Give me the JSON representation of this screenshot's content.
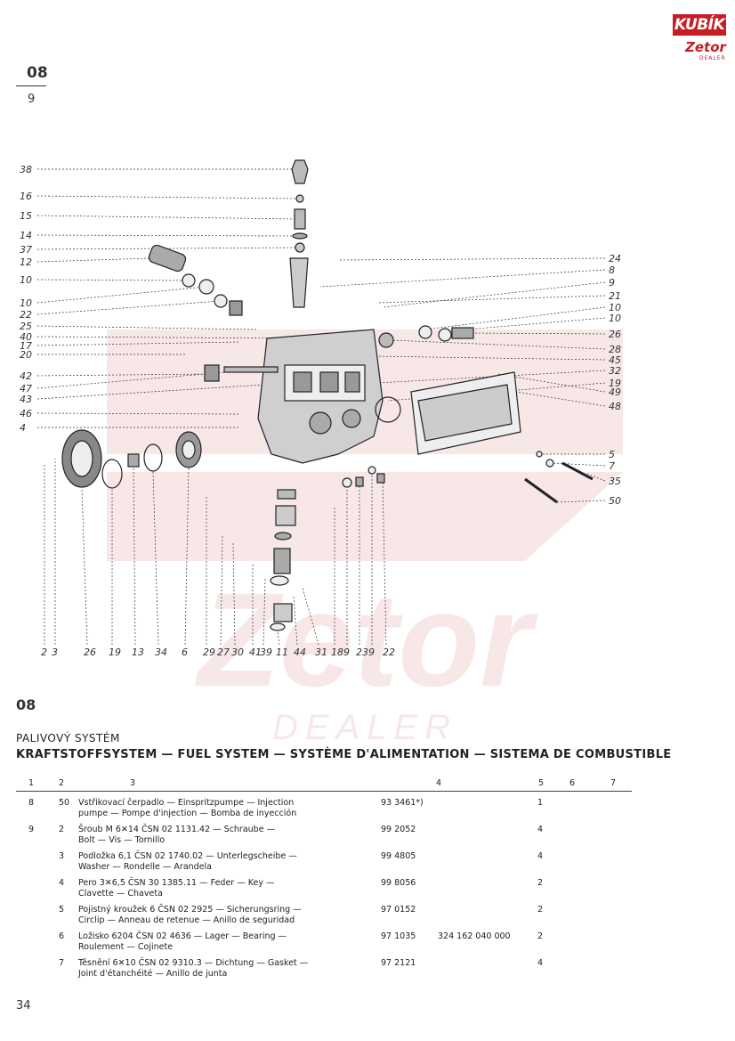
{
  "logo": {
    "brand": "KUBÍK",
    "sub": "Zetor",
    "tag": "DEALER"
  },
  "watermark": {
    "sub": "Zetor",
    "tag": "DEALER"
  },
  "header": {
    "group_code": "08",
    "group_sub": "9"
  },
  "diagram": {
    "left_labels": [
      "38",
      "16",
      "15",
      "14",
      "37",
      "12",
      "10",
      "10",
      "22",
      "25",
      "40",
      "17",
      "20",
      "42",
      "47",
      "43",
      "46",
      "4"
    ],
    "right_labels": [
      "24",
      "8",
      "9",
      "21",
      "10",
      "10",
      "26",
      "28",
      "45",
      "32",
      "19",
      "49",
      "48",
      "5",
      "7",
      "35",
      "50"
    ],
    "bottom_labels": [
      "2",
      "3",
      "26",
      "19",
      "13",
      "34",
      "6",
      "29",
      "27",
      "30",
      "41",
      "39",
      "11",
      "44",
      "31",
      "18",
      "9",
      "23",
      "9",
      "22"
    ]
  },
  "section": {
    "code": "08",
    "title_cz": "PALIVOVÝ SYSTÉM",
    "title_multi": "KRAFTSTOFFSYSTEM — FUEL SYSTEM — SYSTÈME D'ALIMENTATION — SISTEMA DE COMBUSTIBLE"
  },
  "table": {
    "headers": [
      "1",
      "2",
      "3",
      "4",
      "5",
      "6",
      "7"
    ],
    "rows": [
      {
        "c1": "8",
        "c2": "50",
        "l1": "Vstřikovací čerpadlo — Einspritzpumpe — Injection",
        "l2": "pumpe — Pompe d'injection — Bomba de inyección",
        "c4": "93 3461*)",
        "c4b": "",
        "c5": "1"
      },
      {
        "c1": "9",
        "c2": "2",
        "l1": "Šroub M 6✕14   ČSN 02 1131.42 — Schraube —",
        "l2": "Bolt — Vis — Tornillo",
        "c4": "99 2052",
        "c4b": "",
        "c5": "4"
      },
      {
        "c1": "",
        "c2": "3",
        "l1": "Podložka 6,1   ČSN 02 1740.02 — Unterlegscheibe —",
        "l2": "Washer — Rondelle — Arandela",
        "c4": "99 4805",
        "c4b": "",
        "c5": "4"
      },
      {
        "c1": "",
        "c2": "4",
        "l1": "Pero 3✕6,5   ČSN 30 1385.11 — Feder — Key —",
        "l2": "Clavette — Chaveta",
        "c4": "99 8056",
        "c4b": "",
        "c5": "2"
      },
      {
        "c1": "",
        "c2": "5",
        "l1": "Pojistný kroužek 6   ČSN 02 2925 — Sicherungsring —",
        "l2": "Circlip — Anneau de retenue — Anillo de seguridad",
        "c4": "97 0152",
        "c4b": "",
        "c5": "2"
      },
      {
        "c1": "",
        "c2": "6",
        "l1": "Ložisko 6204   ČSN 02 4636 — Lager — Bearing —",
        "l2": "Roulement — Cojinete",
        "c4": "97 1035",
        "c4b": "324 162 040 000",
        "c5": "2"
      },
      {
        "c1": "",
        "c2": "7",
        "l1": "Těsnění 6✕10   ČSN 02 9310.3 — Dichtung — Gasket —",
        "l2": "Joint d'étanchéité — Anillo de junta",
        "c4": "97 2121",
        "c4b": "",
        "c5": "4"
      }
    ]
  },
  "page_number": "34",
  "colors": {
    "brand_red": "#c41e24",
    "ink": "#333333"
  }
}
